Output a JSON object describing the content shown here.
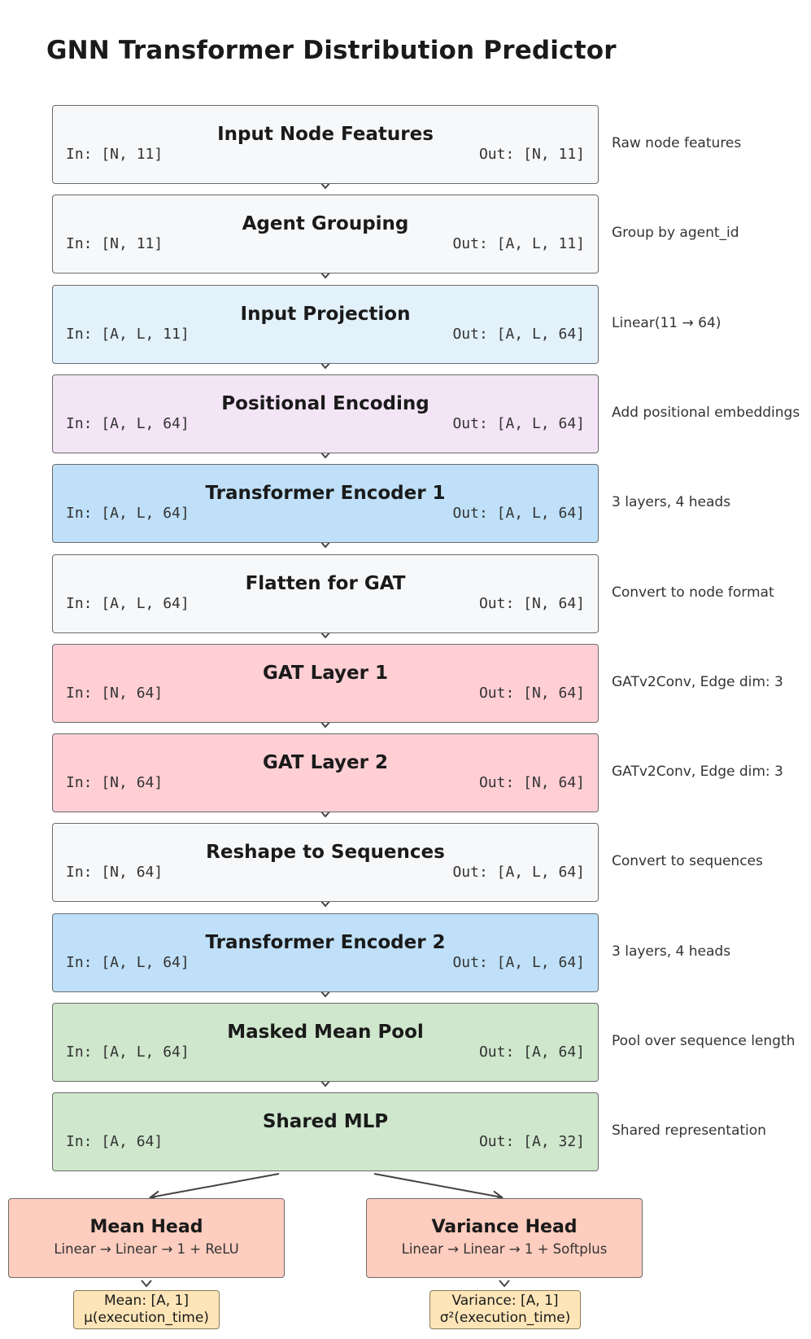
{
  "title": "GNN Transformer Distribution Predictor",
  "colors": {
    "neutral": "#f7f8fa",
    "projection": "#e3f1fb",
    "positional": "#f3e5f5",
    "transformer": "#bfe0f8",
    "gat": "#ffcfd4",
    "pool": "#cfe7cd",
    "head": "#fdcdbf",
    "output": "#fde5b8",
    "connector": "#444444"
  },
  "stages": [
    {
      "title": "Input Node Features",
      "in": "In: [N, 11]",
      "out": "Out: [N, 11]",
      "note": "Raw node features",
      "color": "neutral"
    },
    {
      "title": "Agent Grouping",
      "in": "In: [N, 11]",
      "out": "Out: [A, L, 11]",
      "note": "Group by agent_id",
      "color": "neutral"
    },
    {
      "title": "Input Projection",
      "in": "In: [A, L, 11]",
      "out": "Out: [A, L, 64]",
      "note": "Linear(11 → 64)",
      "color": "projection"
    },
    {
      "title": "Positional Encoding",
      "in": "In: [A, L, 64]",
      "out": "Out: [A, L, 64]",
      "note": "Add positional embeddings",
      "color": "positional"
    },
    {
      "title": "Transformer Encoder 1",
      "in": "In: [A, L, 64]",
      "out": "Out: [A, L, 64]",
      "note": "3 layers, 4 heads",
      "color": "transformer"
    },
    {
      "title": "Flatten for GAT",
      "in": "In: [A, L, 64]",
      "out": "Out: [N, 64]",
      "note": "Convert to node format",
      "color": "neutral"
    },
    {
      "title": "GAT Layer 1",
      "in": "In: [N, 64]",
      "out": "Out: [N, 64]",
      "note": "GATv2Conv, Edge dim: 3",
      "color": "gat"
    },
    {
      "title": "GAT Layer 2",
      "in": "In: [N, 64]",
      "out": "Out: [N, 64]",
      "note": "GATv2Conv, Edge dim: 3",
      "color": "gat"
    },
    {
      "title": "Reshape to Sequences",
      "in": "In: [N, 64]",
      "out": "Out: [A, L, 64]",
      "note": "Convert to sequences",
      "color": "neutral"
    },
    {
      "title": "Transformer Encoder 2",
      "in": "In: [A, L, 64]",
      "out": "Out: [A, L, 64]",
      "note": "3 layers, 4 heads",
      "color": "transformer"
    },
    {
      "title": "Masked Mean Pool",
      "in": "In: [A, L, 64]",
      "out": "Out: [A, 64]",
      "note": "Pool over sequence length",
      "color": "pool"
    },
    {
      "title": "Shared MLP",
      "in": "In: [A, 64]",
      "out": "Out: [A, 32]",
      "note": "Shared representation",
      "color": "pool"
    }
  ],
  "heads": [
    {
      "title": "Mean Head",
      "subtitle": "Linear → Linear → 1 + ReLU",
      "output_line1": "Mean: [A, 1]",
      "output_line2": "μ(execution_time)"
    },
    {
      "title": "Variance Head",
      "subtitle": "Linear → Linear → 1 + Softplus",
      "output_line1": "Variance: [A, 1]",
      "output_line2": "σ²(execution_time)"
    }
  ]
}
